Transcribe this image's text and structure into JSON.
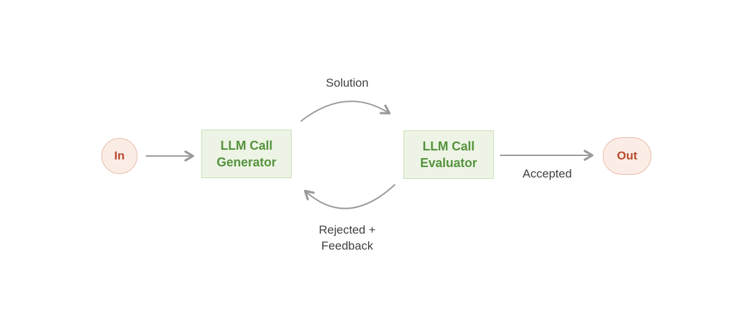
{
  "colors": {
    "background": "#ffffff",
    "arrow": "#9a9a9a",
    "label-text": "#3d3f41",
    "green-fill": "#edf4e5",
    "green-border": "#c8deb6",
    "green-text": "#55923e",
    "pink-fill": "#fcece6",
    "pink-border": "#e7bca9",
    "red-text": "#b8492c"
  },
  "nodes": {
    "in": {
      "label": "In"
    },
    "generator": {
      "lines": [
        "LLM Call",
        "Generator"
      ]
    },
    "evaluator": {
      "lines": [
        "LLM Call",
        "Evaluator"
      ]
    },
    "out": {
      "label": "Out"
    }
  },
  "edges": {
    "solution": {
      "label": "Solution"
    },
    "accepted": {
      "label": "Accepted"
    },
    "rejected": {
      "lines": [
        "Rejected +",
        "Feedback"
      ]
    }
  }
}
